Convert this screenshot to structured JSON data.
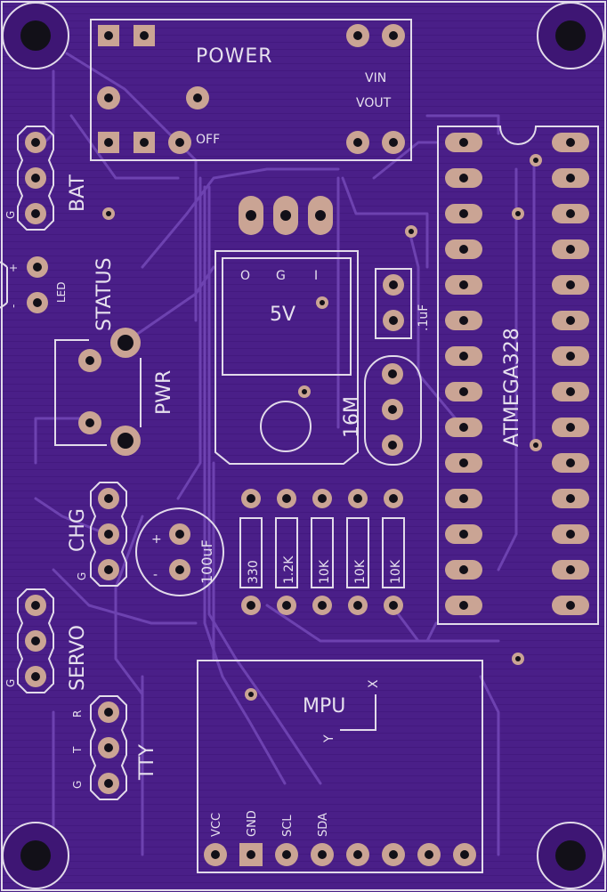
{
  "board": {
    "colors": {
      "substrate": "#4a1f88",
      "silkscreen": "#e2dbea",
      "copper_pad": "#caa494",
      "drill": "#121018",
      "trace": "#6d42b0"
    }
  },
  "labels": {
    "power": "POWER",
    "vin": "VIN",
    "vout": "VOUT",
    "off": "OFF",
    "bat": "BAT",
    "bat_g": "G",
    "status": "STATUS",
    "led": "LED",
    "led_plus": "+",
    "led_minus": "-",
    "pwr": "PWR",
    "reg_o": "O",
    "reg_g": "G",
    "reg_i": "I",
    "reg_5v": "5V",
    "cap_01uf": ".1uF",
    "crystal": "16M",
    "mcu": "ATMEGA328",
    "chg": "CHG",
    "chg_g": "G",
    "cap_plus": "+",
    "cap_minus": "-",
    "cap_100uf": "100uF",
    "res1": "330",
    "res2": "1.2K",
    "res3": "10K",
    "res4": "10K",
    "res5": "10K",
    "servo": "SERVO",
    "servo_g": "G",
    "tty": "TTY",
    "tty_r": "R",
    "tty_t": "T",
    "tty_g": "G",
    "mpu": "MPU",
    "mpu_x": "X",
    "mpu_y": "Y",
    "pin_vcc": "VCC",
    "pin_gnd": "GND",
    "pin_scl": "SCL",
    "pin_sda": "SDA"
  }
}
